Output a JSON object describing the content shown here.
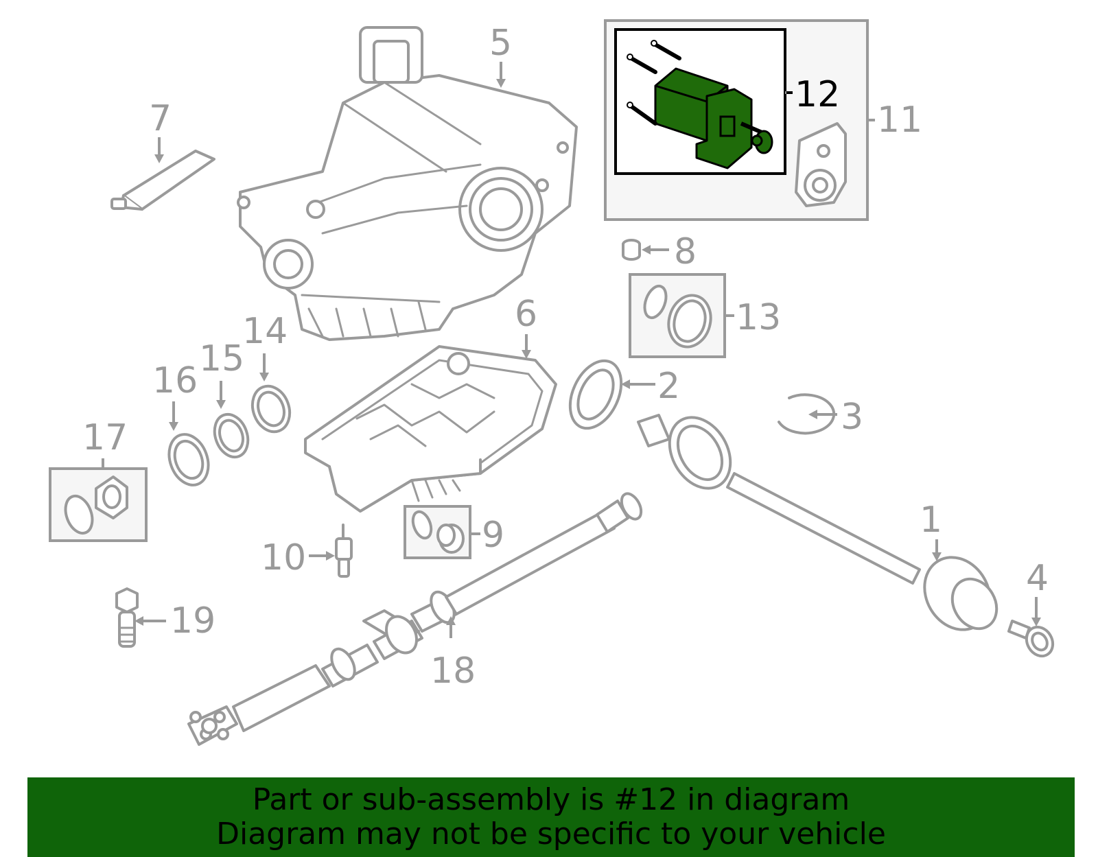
{
  "diagram": {
    "highlight_color": "#1f6b0a",
    "callouts": [
      {
        "id": "1",
        "text": "1"
      },
      {
        "id": "2",
        "text": "2"
      },
      {
        "id": "3",
        "text": "3"
      },
      {
        "id": "4",
        "text": "4"
      },
      {
        "id": "5",
        "text": "5"
      },
      {
        "id": "6",
        "text": "6"
      },
      {
        "id": "7",
        "text": "7"
      },
      {
        "id": "8",
        "text": "8"
      },
      {
        "id": "9",
        "text": "9"
      },
      {
        "id": "10",
        "text": "10"
      },
      {
        "id": "11",
        "text": "11"
      },
      {
        "id": "12",
        "text": "12",
        "highlighted": true
      },
      {
        "id": "13",
        "text": "13"
      },
      {
        "id": "14",
        "text": "14"
      },
      {
        "id": "15",
        "text": "15"
      },
      {
        "id": "16",
        "text": "16"
      },
      {
        "id": "17",
        "text": "17"
      },
      {
        "id": "18",
        "text": "18"
      },
      {
        "id": "19",
        "text": "19"
      }
    ]
  },
  "banner": {
    "background": "#0f6409",
    "line1": "Part or sub-assembly is #12 in diagram",
    "line2": "Diagram may not be specific to your vehicle"
  }
}
